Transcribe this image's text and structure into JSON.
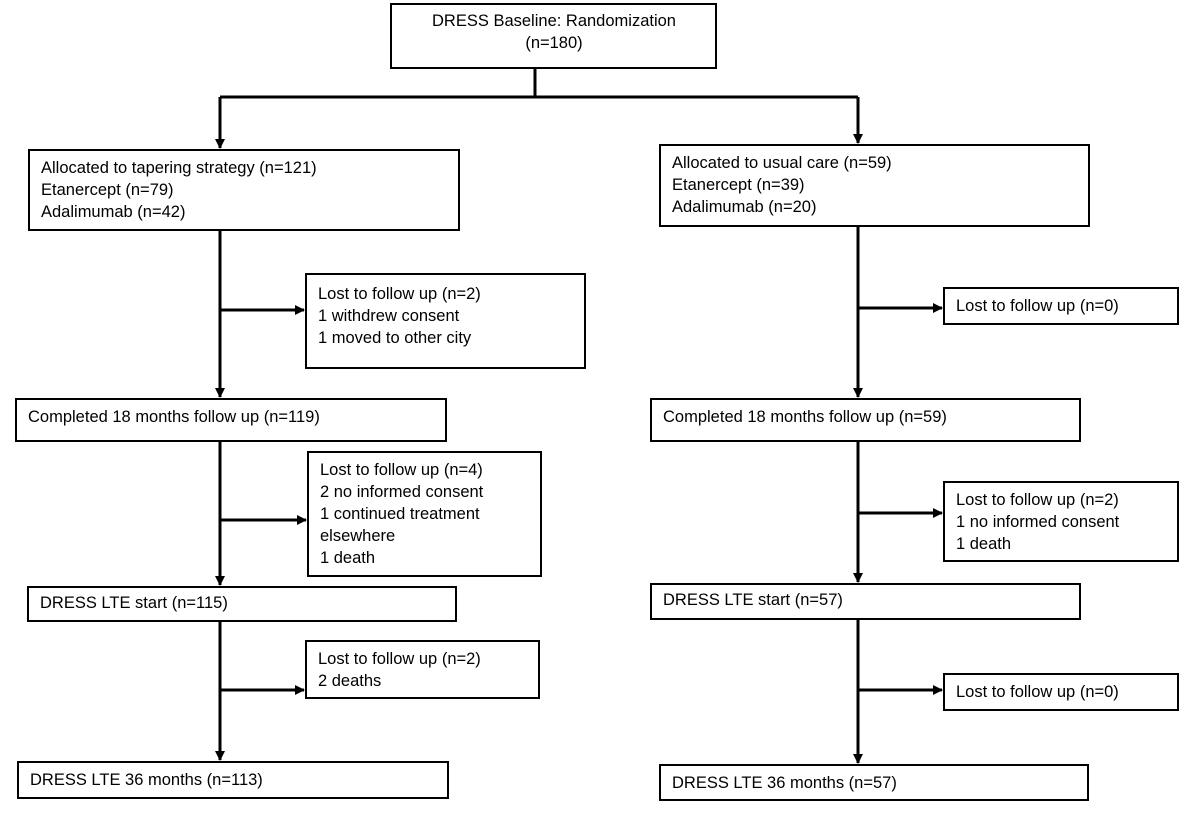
{
  "diagram": {
    "baseline": {
      "line1": "DRESS Baseline: Randomization",
      "line2": "(n=180)"
    },
    "left": {
      "allocated": [
        "Allocated to tapering strategy (n=121)",
        "Etanercept (n=79)",
        "Adalimumab  (n=42)"
      ],
      "lost1": [
        "Lost to follow up (n=2)",
        "1 withdrew consent",
        "1 moved to other city"
      ],
      "completed": [
        "Completed  18 months follow up (n=119)"
      ],
      "lost2": [
        "Lost to follow up (n=4)",
        "2 no informed consent",
        "1 continued treatment",
        "elsewhere",
        "1 death"
      ],
      "lte_start": [
        "DRESS LTE start (n=115)"
      ],
      "lost3": [
        "Lost to follow up (n=2)",
        "2 deaths"
      ],
      "lte_36": [
        "DRESS LTE 36 months (n=113)"
      ]
    },
    "right": {
      "allocated": [
        "Allocated to usual care (n=59)",
        "Etanercept (n=39)",
        "Adalimumab  (n=20)"
      ],
      "lost1": [
        "Lost to follow up (n=0)"
      ],
      "completed": [
        "Completed  18 months follow up (n=59)"
      ],
      "lost2": [
        "Lost to follow up (n=2)",
        "1 no informed consent",
        "1 death"
      ],
      "lte_start": [
        "DRESS LTE start (n=57)"
      ],
      "lost3": [
        "Lost to follow up (n=0)"
      ],
      "lte_36": [
        "DRESS LTE 36 months (n=57)"
      ]
    }
  }
}
